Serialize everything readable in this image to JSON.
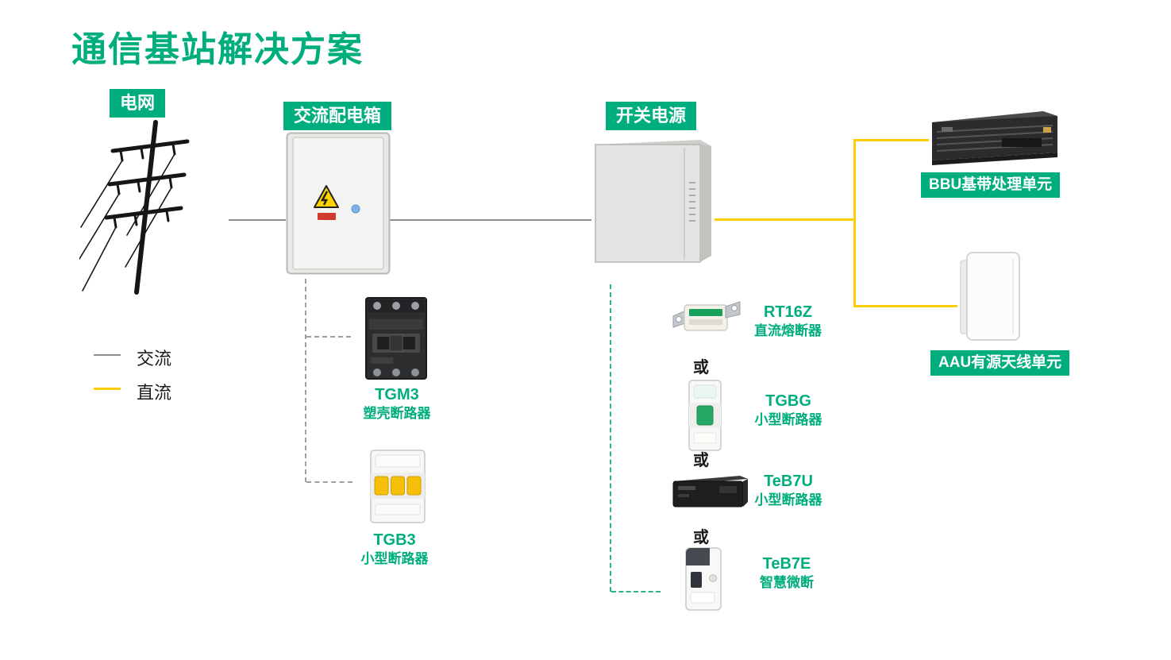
{
  "title": "通信基站解决方案",
  "legend": {
    "ac_label": "交流",
    "dc_label": "直流"
  },
  "nodes": {
    "grid": "电网",
    "ac_box": "交流配电箱",
    "power": "开关电源",
    "bbu": "BBU基带处理单元",
    "aau": "AAU有源天线单元"
  },
  "connector": "或",
  "products": {
    "tgm3": {
      "name": "TGM3",
      "desc": "塑壳断路器"
    },
    "tgb3": {
      "name": "TGB3",
      "desc": "小型断路器"
    },
    "rt16z": {
      "name": "RT16Z",
      "desc": "直流熔断器"
    },
    "tgbg": {
      "name": "TGBG",
      "desc": "小型断路器"
    },
    "teb7u": {
      "name": "TeB7U",
      "desc": "小型断路器"
    },
    "teb7e": {
      "name": "TeB7E",
      "desc": "智慧微断"
    }
  },
  "colors": {
    "brand_green": "#00AE7D",
    "dc_yellow": "#FFCE00",
    "ac_gray": "#8F8F8F"
  }
}
